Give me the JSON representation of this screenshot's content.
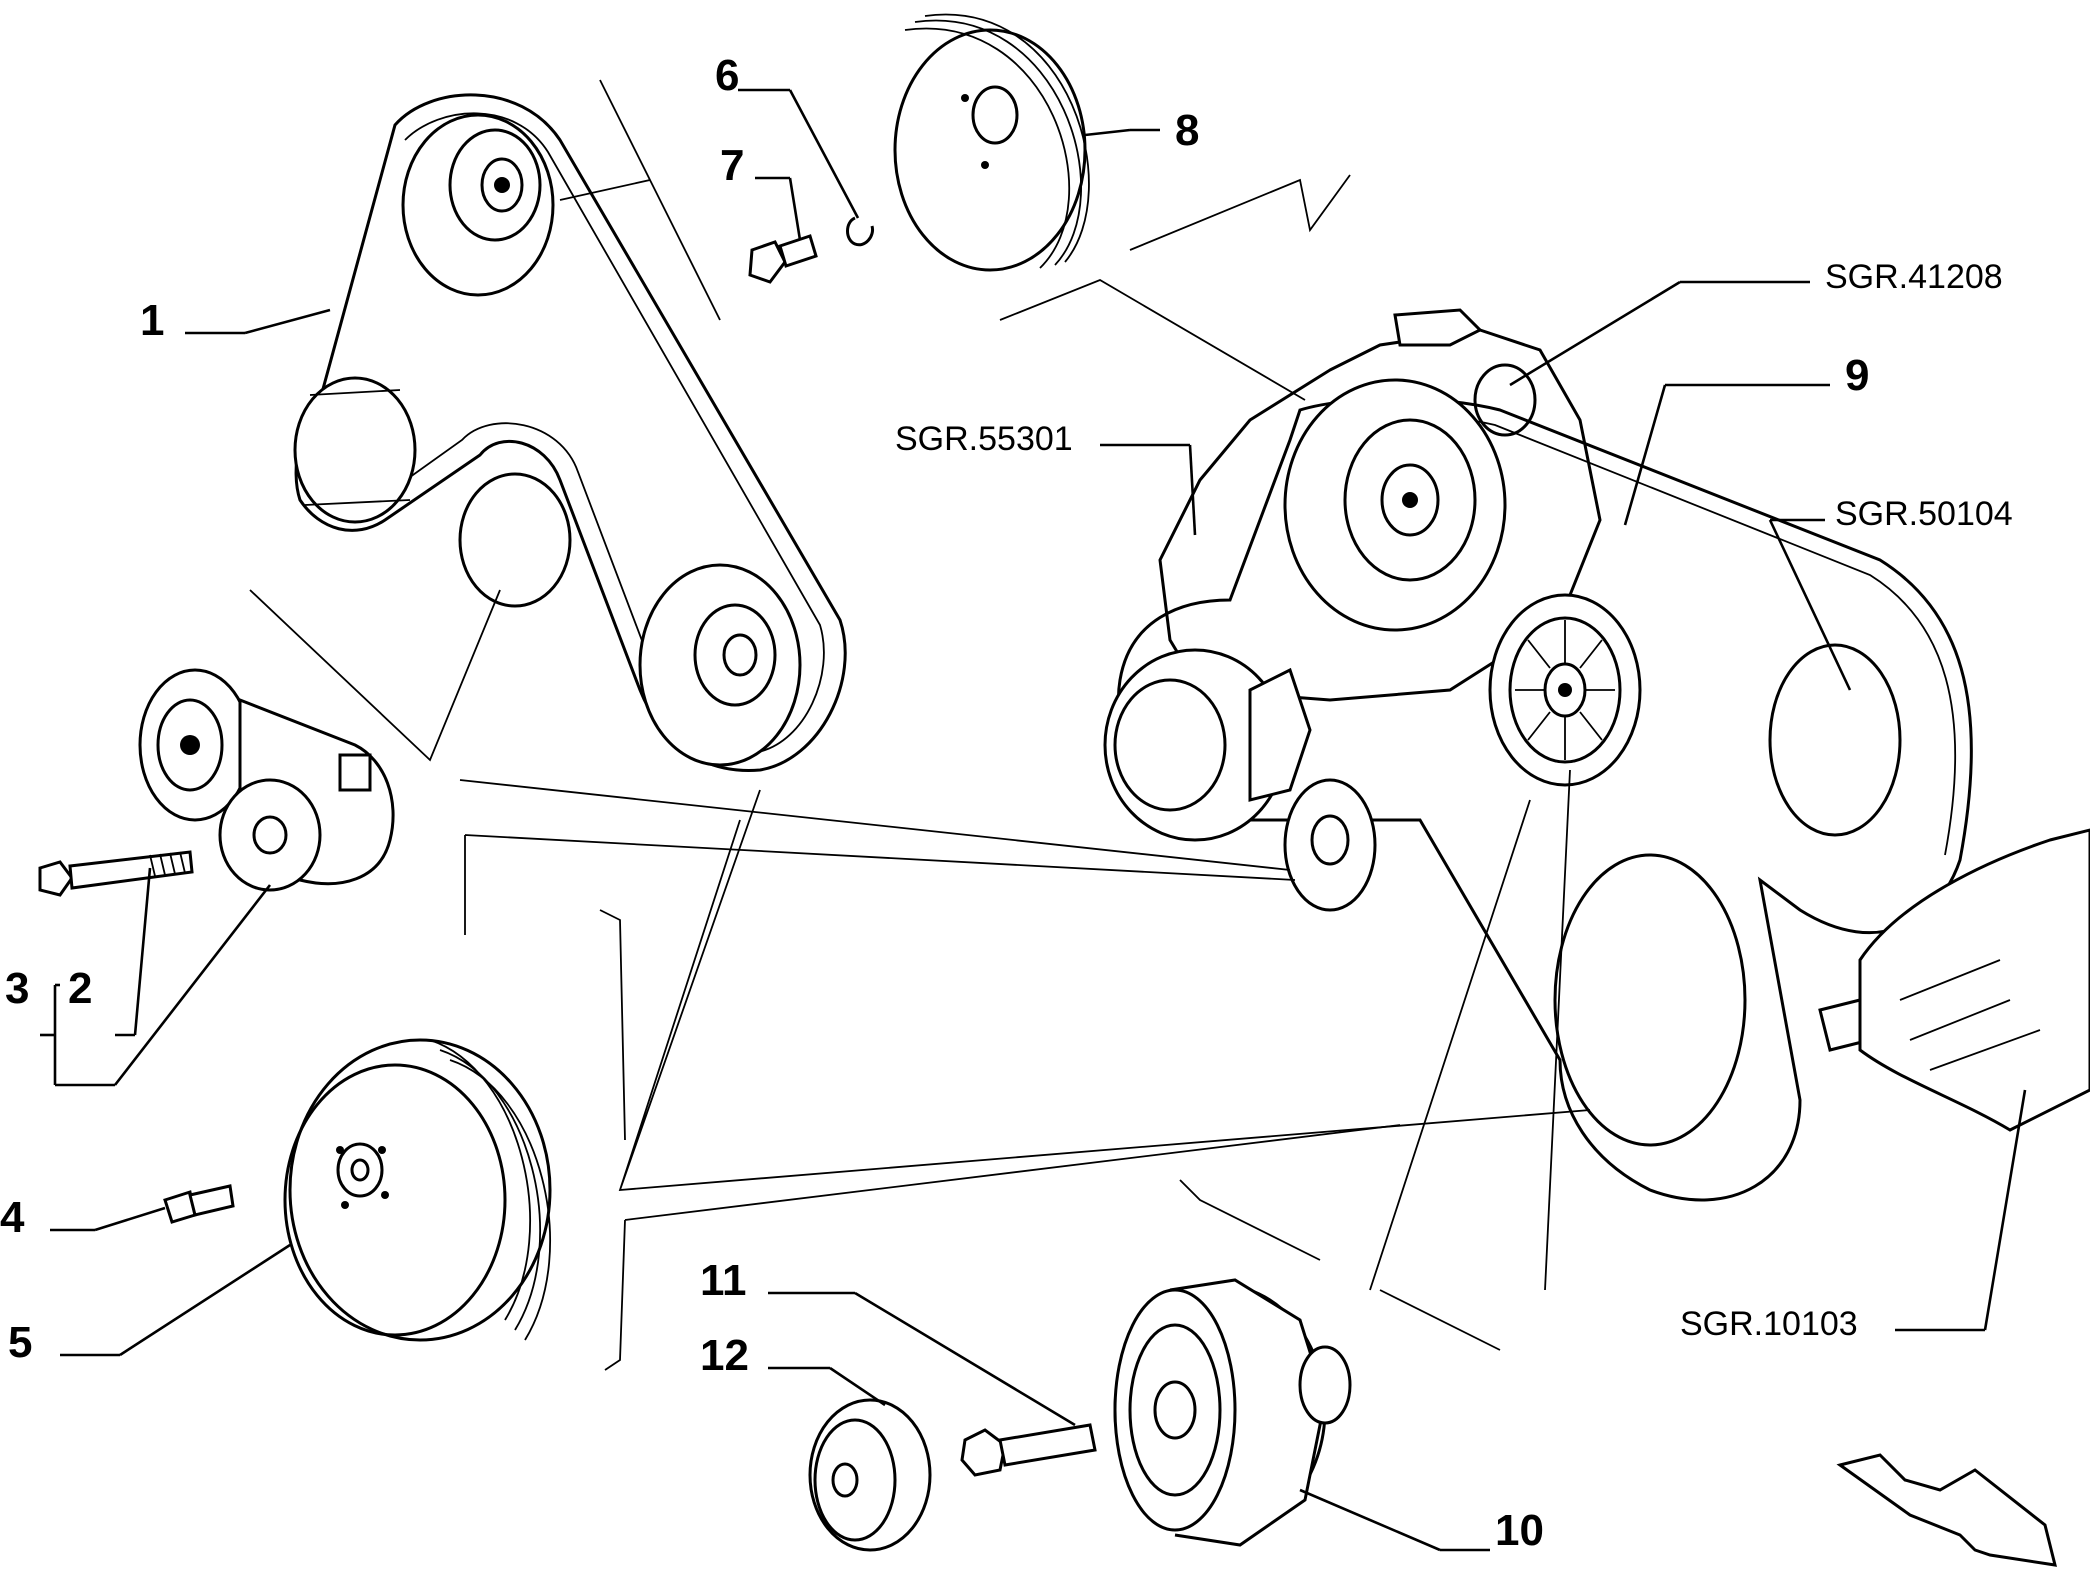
{
  "diagram": {
    "part_labels": {
      "p1": "1",
      "p2": "2",
      "p3": "3",
      "p4": "4",
      "p5": "5",
      "p6": "6",
      "p7": "7",
      "p8": "8",
      "p9": "9",
      "p10": "10",
      "p11": "11",
      "p12": "12"
    },
    "references": {
      "r41208": "SGR.41208",
      "r55301": "SGR.55301",
      "r50104": "SGR.50104",
      "r10103": "SGR.10103"
    },
    "icons": {
      "direction_arrow": "front-direction-arrow-icon"
    }
  }
}
